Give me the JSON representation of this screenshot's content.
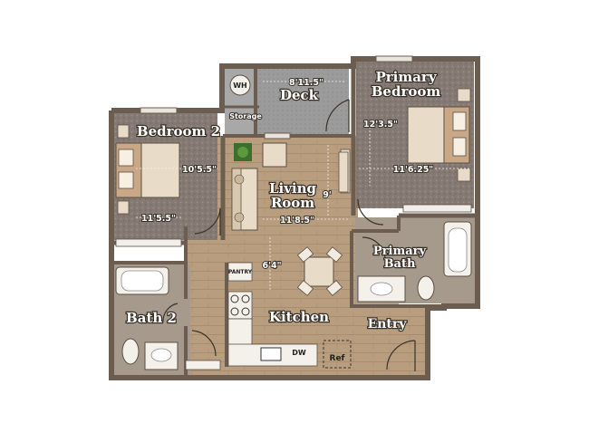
{
  "rooms": {
    "deck": "Deck",
    "primary_bedroom_line1": "Primary",
    "primary_bedroom_line2": "Bedroom",
    "bedroom2": "Bedroom 2",
    "living_line1": "Living",
    "living_line2": "Room",
    "primary_bath_line1": "Primary",
    "primary_bath_line2": "Bath",
    "bath2": "Bath 2",
    "kitchen": "Kitchen",
    "entry": "Entry",
    "storage": "Storage"
  },
  "dimensions": {
    "deck_width": "8'11.5\"",
    "primary_depth": "12'3.5\"",
    "primary_width": "11'6.25\"",
    "bedroom2_depth": "10'5.5\"",
    "bedroom2_width": "11'5.5\"",
    "living_depth": "9'",
    "living_width": "11'8.5\"",
    "kitchen_dim": "6'4\""
  },
  "fixtures": {
    "water_heater": "WH",
    "pantry": "PANTRY",
    "dishwasher": "DW",
    "refrigerator": "Ref"
  },
  "colors": {
    "wall": "#6b5d4f",
    "carpet": "#8a7f78",
    "floor": "#b79d7e",
    "deck": "#9c9c9c",
    "fixture": "#f4f1ea"
  }
}
